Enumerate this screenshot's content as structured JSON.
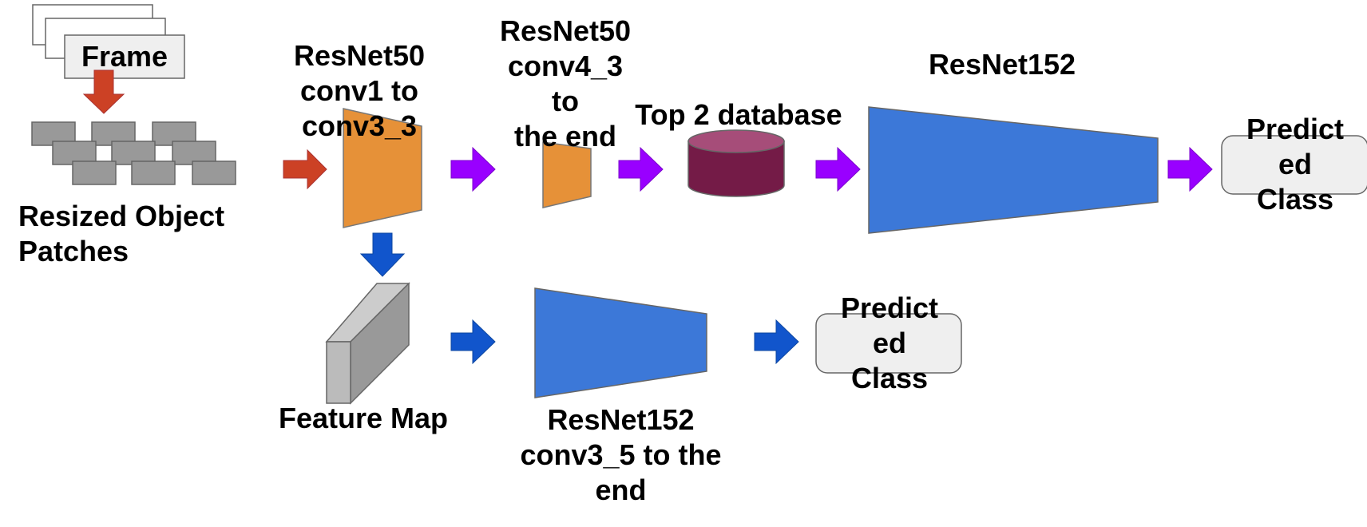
{
  "labels": {
    "frame": "Frame",
    "resized_patches": "Resized Object\nPatches",
    "resnet50_front": "ResNet50\nconv1 to\nconv3_3",
    "resnet50_back": "ResNet50\nconv4_3\nto\nthe end",
    "top2_database": "Top 2 database",
    "resnet152_top": "ResNet152",
    "predicted_class_top": "Predict\ned\nClass",
    "feature_map": "Feature Map",
    "resnet152_bottom": "ResNet152\nconv3_5 to the\nend",
    "predicted_class_bottom": "Predict\ned\nClass"
  },
  "colors": {
    "orange_block": "#E69138",
    "blue_block": "#3C78D8",
    "red_arrow": "#CC4125",
    "purple_arrow": "#9900FF",
    "blue_arrow": "#1155CC",
    "database": "#741B47",
    "database_top": "#A64D79",
    "patch_gray": "#999999",
    "frame_fill": "#EFEFEF",
    "feature_map_gray": "#999999"
  },
  "icons": {
    "arrows": "block-arrow",
    "database": "cylinder",
    "network_block": "trapezoid"
  }
}
